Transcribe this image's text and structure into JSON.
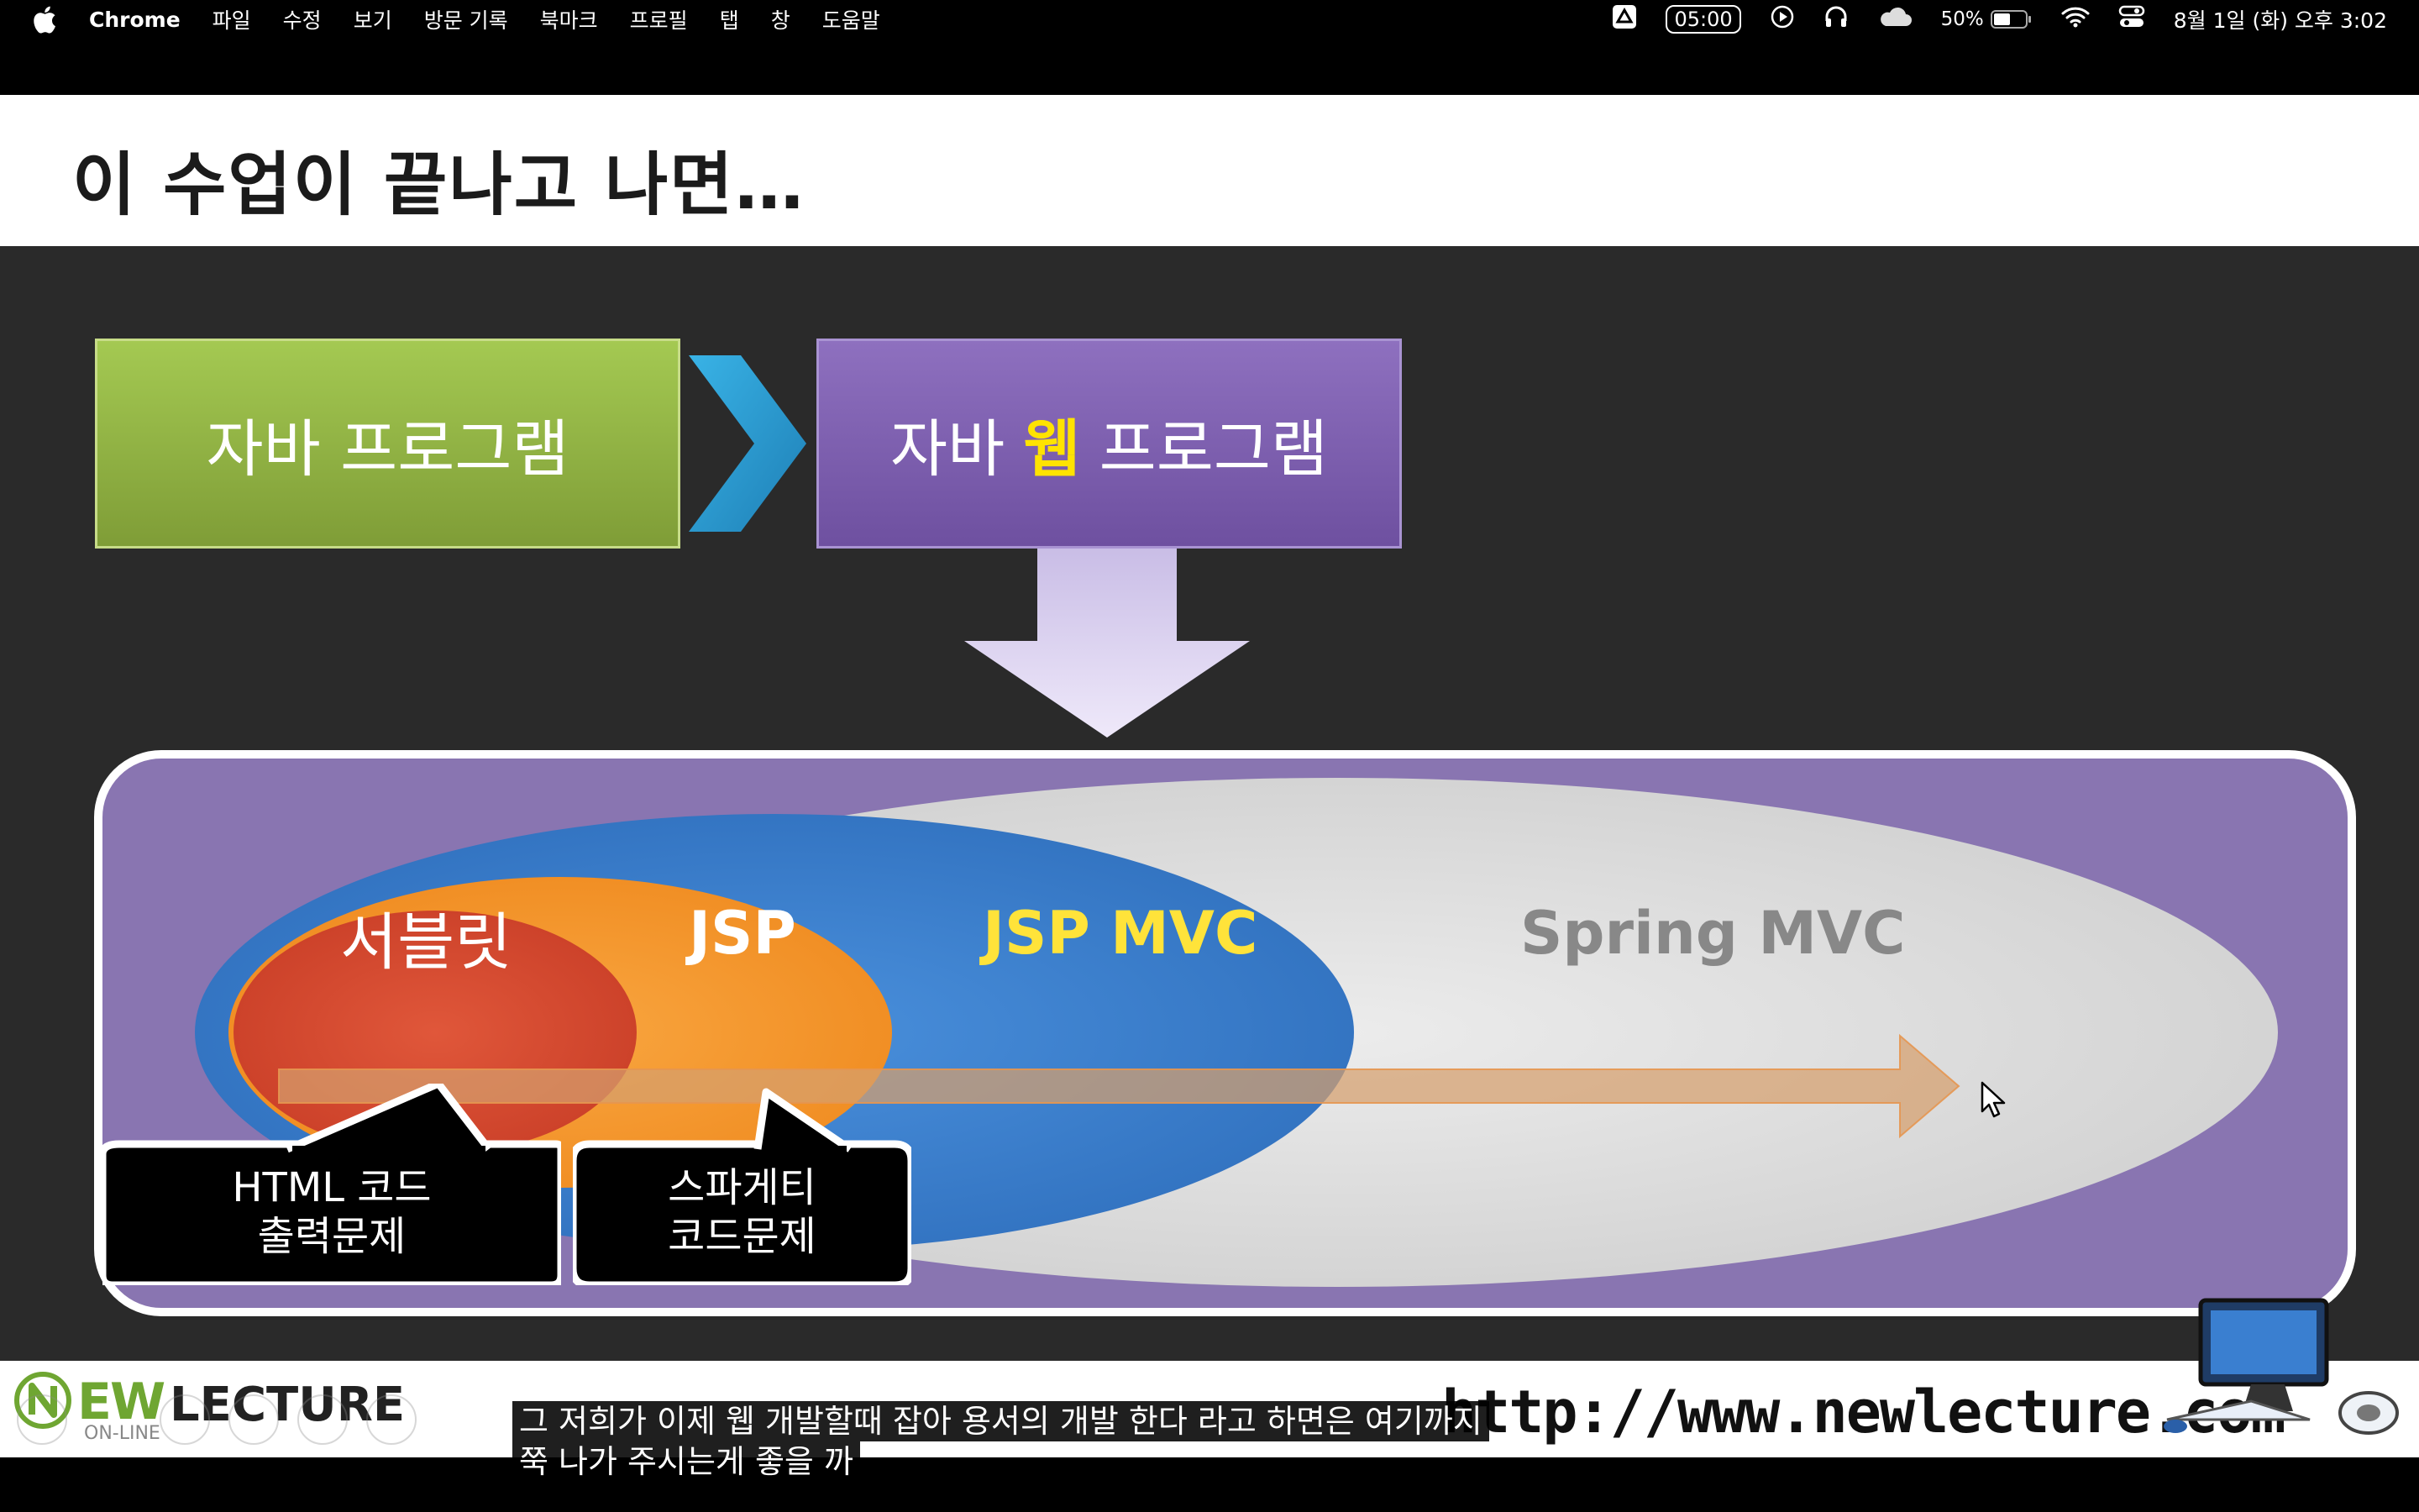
{
  "menubar": {
    "app_name": "Chrome",
    "items": [
      "파일",
      "수정",
      "보기",
      "방문 기록",
      "북마크",
      "프로필",
      "탭",
      "창",
      "도움말"
    ],
    "timer": "05:00",
    "battery": "50%",
    "datetime": "8월 1일 (화) 오후 3:02"
  },
  "slide": {
    "title": "이 수업이 끝나고 나면…",
    "box_java": "자바 프로그램",
    "box_web_pre": "자바",
    "box_web_hl": "웹",
    "box_web_post": "프로그램",
    "ellipse_spring": "Spring MVC",
    "ellipse_jsp_mvc": "JSP MVC",
    "ellipse_jsp": "JSP",
    "ellipse_servlet": "서블릿",
    "callout_html_l1": "HTML 코드",
    "callout_html_l2": "출력문제",
    "callout_spaghetti_l1": "스파게티",
    "callout_spaghetti_l2": "코드문제",
    "colors": {
      "java_box": "#94b846",
      "web_box": "#7e60b0",
      "highlight": "#ffe300",
      "panel": "#8975b1",
      "spring_ellipse": "#dedede",
      "mvc_ellipse": "#3d7fce",
      "jsp_ellipse": "#f5962b",
      "servlet_ellipse": "#d8492f"
    }
  },
  "footer": {
    "logo_main": "EW",
    "logo_word": "LECTURE",
    "logo_sub": "ON-LINE",
    "url": "http://www.newlecture.com"
  },
  "subtitles": {
    "line1": "그 저희가 이제 웹 개발할때 잡아 용서의 개발 한다 라고 하면은 여기까지",
    "line2": "쭉 나가 주시는게 좋을 까"
  }
}
